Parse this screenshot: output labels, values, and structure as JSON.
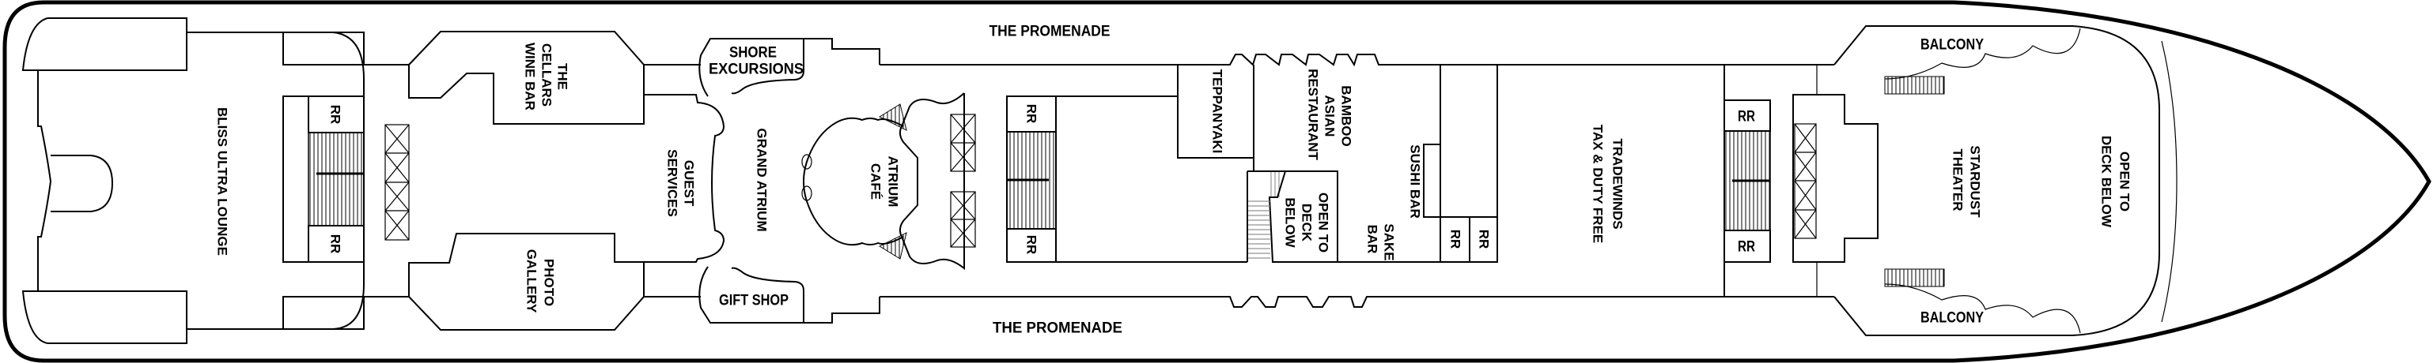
{
  "deck_plan": {
    "rooms": {
      "bliss": "BLISS ULTRA LOUNGE",
      "cellars": [
        "THE",
        "CELLARS",
        "WINE BAR"
      ],
      "photo": [
        "PHOTO",
        "GALLERY"
      ],
      "guest": [
        "GUEST",
        "SERVICES"
      ],
      "atrium": "GRAND ATRIUM",
      "shore": [
        "SHORE",
        "EXCURSIONS"
      ],
      "gift": "GIFT SHOP",
      "promenade_top": "THE PROMENADE",
      "promenade_bottom": "THE PROMENADE",
      "cafe": [
        "ATRIUM",
        "CAFÉ"
      ],
      "teppanyaki": "TEPPANYAKI",
      "bamboo": [
        "BAMBOO",
        "ASIAN",
        "RESTAURANT"
      ],
      "open_mid": [
        "OPEN TO",
        "DECK",
        "BELOW"
      ],
      "sushi": "SUSHI BAR",
      "sake": [
        "SAKE",
        "BAR"
      ],
      "tradewinds": [
        "TRADEWINDS",
        "TAX  & DUTY FREE"
      ],
      "theater": [
        "STARDUST",
        "THEATER"
      ],
      "open_fwd": [
        "OPEN TO",
        "DECK BELOW"
      ],
      "balcony_top": "BALCONY",
      "balcony_bottom": "BALCONY"
    },
    "restroom": "RR"
  }
}
